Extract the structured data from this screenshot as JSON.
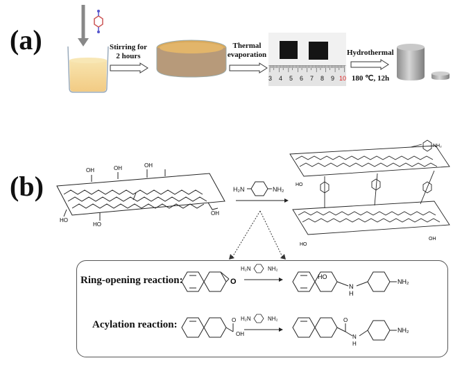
{
  "panel_a": {
    "label": "(a)",
    "step1": "Stirring for 2 hours",
    "step2": "Thermal evaporation",
    "step3": "Hydrothermal",
    "conditions": "180 ℃, 12h",
    "ruler_numbers": [
      "3",
      "4",
      "5",
      "6",
      "7",
      "8",
      "9",
      "10"
    ]
  },
  "panel_b": {
    "label": "(b)",
    "go_labels": {
      "oh": "HO",
      "oh2": "OH",
      "cooh": "OH"
    },
    "reagent": {
      "left": "H₂N",
      "right": "NH₂"
    },
    "box": {
      "ring_opening": "Ring-opening reaction:",
      "acylation": "Acylation reaction:",
      "ho_label": "HO",
      "h_label": "H",
      "n_label": "N",
      "nh2": "NH₂",
      "o_label": "O",
      "oh_label": "OH",
      "small_reagent_left": "H₂N",
      "small_reagent_right": "NH₂"
    }
  }
}
